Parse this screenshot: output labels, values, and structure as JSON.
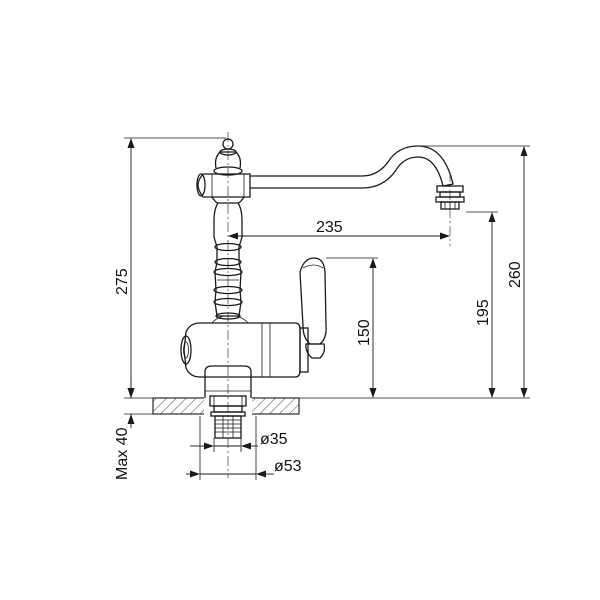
{
  "dimensions": {
    "spout_reach": "235",
    "total_height": "275",
    "spout_top_height": "260",
    "outlet_height": "195",
    "handle_height": "150",
    "max_deck_thickness": "Max 40",
    "hole_diameter": "ø35",
    "base_diameter": "ø53"
  }
}
